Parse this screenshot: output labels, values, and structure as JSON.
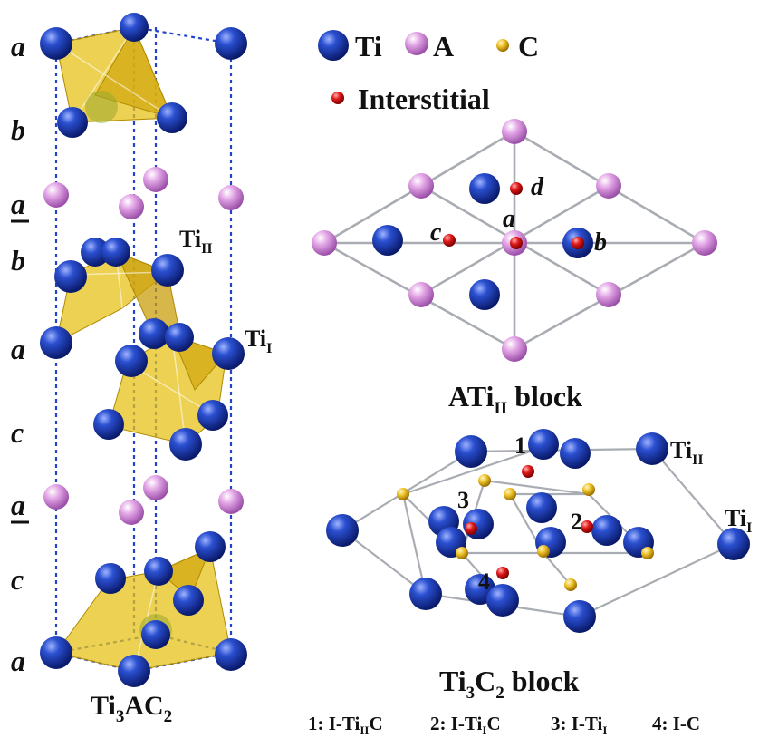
{
  "colors": {
    "ti": "#1f3fb8",
    "a_atom": "#d48bd8",
    "c_atom": "#e6b41c",
    "interstitial": "#d10e0e",
    "octahedron": "#e7c21a",
    "dashed": "#2244cc",
    "bond": "#a9adb3"
  },
  "legend": {
    "ti": "Ti",
    "a": "A",
    "c": "C",
    "interstitial": "Interstitial"
  },
  "left_panel": {
    "caption_main": "Ti",
    "caption_sub1": "3",
    "caption_mid": "AC",
    "caption_sub2": "2",
    "layers": [
      {
        "label": "a",
        "underline": false
      },
      {
        "label": "b",
        "underline": false
      },
      {
        "label": "a",
        "underline": true
      },
      {
        "label": "b",
        "underline": false
      },
      {
        "label": "a",
        "underline": false
      },
      {
        "label": "c",
        "underline": false
      },
      {
        "label": "a",
        "underline": true
      },
      {
        "label": "c",
        "underline": false
      },
      {
        "label": "a",
        "underline": false
      }
    ],
    "ti_ii_main": "Ti",
    "ti_ii_sub": "II",
    "ti_i_main": "Ti",
    "ti_i_sub": "I"
  },
  "ati_block": {
    "title_main": "ATi",
    "title_sub": "II",
    "title_end": " block",
    "site_a": "a",
    "site_b": "b",
    "site_c": "c",
    "site_d": "d"
  },
  "ti3c2_block": {
    "title_main": "Ti",
    "title_sub1": "3",
    "title_mid": "C",
    "title_sub2": "2",
    "title_end": " block",
    "site_1": "1",
    "site_2": "2",
    "site_3": "3",
    "site_4": "4",
    "ti_ii_main": "Ti",
    "ti_ii_sub": "II",
    "ti_i_main": "Ti",
    "ti_i_sub": "I"
  },
  "footnotes": [
    {
      "main": "1: I-Ti",
      "sub": "II",
      "end": "C"
    },
    {
      "main": "2: I-Ti",
      "sub": "I",
      "end": "C"
    },
    {
      "main": "3: I-Ti",
      "sub": "I",
      "end": ""
    },
    {
      "main": "4: I-C",
      "sub": "",
      "end": ""
    }
  ]
}
